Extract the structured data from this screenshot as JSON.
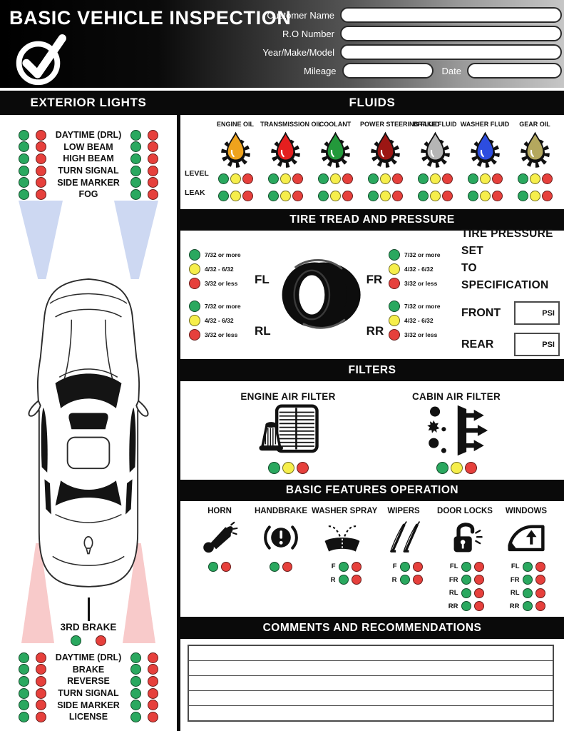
{
  "header": {
    "title": "BASIC VEHICLE INSPECTION",
    "fields": {
      "customer_name": "Customer Name",
      "ro_number": "R.O Number",
      "year_make_model": "Year/Make/Model",
      "mileage": "Mileage",
      "date": "Date"
    }
  },
  "colors": {
    "status_green": "#2aa85f",
    "status_yellow": "#f6ee4b",
    "status_red": "#e6403c",
    "front_beam": "#cdd8f2",
    "rear_beam": "#f8caca",
    "section_bar": "#0a0a0a"
  },
  "exterior": {
    "title": "EXTERIOR LIGHTS",
    "front_items": [
      "DAYTIME (DRL)",
      "LOW BEAM",
      "HIGH BEAM",
      "TURN SIGNAL",
      "SIDE MARKER",
      "FOG"
    ],
    "third_brake_label": "3RD BRAKE",
    "rear_items": [
      "DAYTIME (DRL)",
      "BRAKE",
      "REVERSE",
      "TURN SIGNAL",
      "SIDE MARKER",
      "LICENSE"
    ]
  },
  "fluids": {
    "title": "FLUIDS",
    "level_label": "LEVEL",
    "leak_label": "LEAK",
    "items": [
      {
        "label": "ENGINE OIL",
        "color": "#efa31d"
      },
      {
        "label": "TRANSMISSION OIL",
        "color": "#e41f1f"
      },
      {
        "label": "COOLANT",
        "color": "#23993b"
      },
      {
        "label": "POWER STEERING FLUID",
        "color": "#9c1613"
      },
      {
        "label": "BRAKE FLUID",
        "color": "#b5b5b5"
      },
      {
        "label": "WASHER FLUID",
        "color": "#2d4de0"
      },
      {
        "label": "GEAR OIL",
        "color": "#b4a85e"
      }
    ]
  },
  "tires": {
    "title": "TIRE TREAD AND PRESSURE",
    "tread_options": [
      "7/32 or more",
      "4/32 - 6/32",
      "3/32 or less"
    ],
    "positions": [
      "FL",
      "FR",
      "RL",
      "RR"
    ],
    "pressure": {
      "heading1": "TIRE PRESSURE SET",
      "heading2": "TO SPECIFICATION",
      "front_label": "FRONT",
      "rear_label": "REAR",
      "unit": "PSI"
    }
  },
  "filters": {
    "title": "FILTERS",
    "items": [
      "ENGINE AIR FILTER",
      "CABIN AIR FILTER"
    ]
  },
  "features": {
    "title": "BASIC FEATURES OPERATION",
    "items": [
      {
        "label": "HORN",
        "rows": []
      },
      {
        "label": "HANDBRAKE",
        "rows": []
      },
      {
        "label": "WASHER SPRAY",
        "rows": [
          "F",
          "R"
        ]
      },
      {
        "label": "WIPERS",
        "rows": [
          "F",
          "R"
        ]
      },
      {
        "label": "DOOR LOCKS",
        "rows": [
          "FL",
          "FR",
          "RL",
          "RR"
        ]
      },
      {
        "label": "WINDOWS",
        "rows": [
          "FL",
          "FR",
          "RL",
          "RR"
        ]
      }
    ]
  },
  "comments": {
    "title": "COMMENTS AND RECOMMENDATIONS"
  }
}
